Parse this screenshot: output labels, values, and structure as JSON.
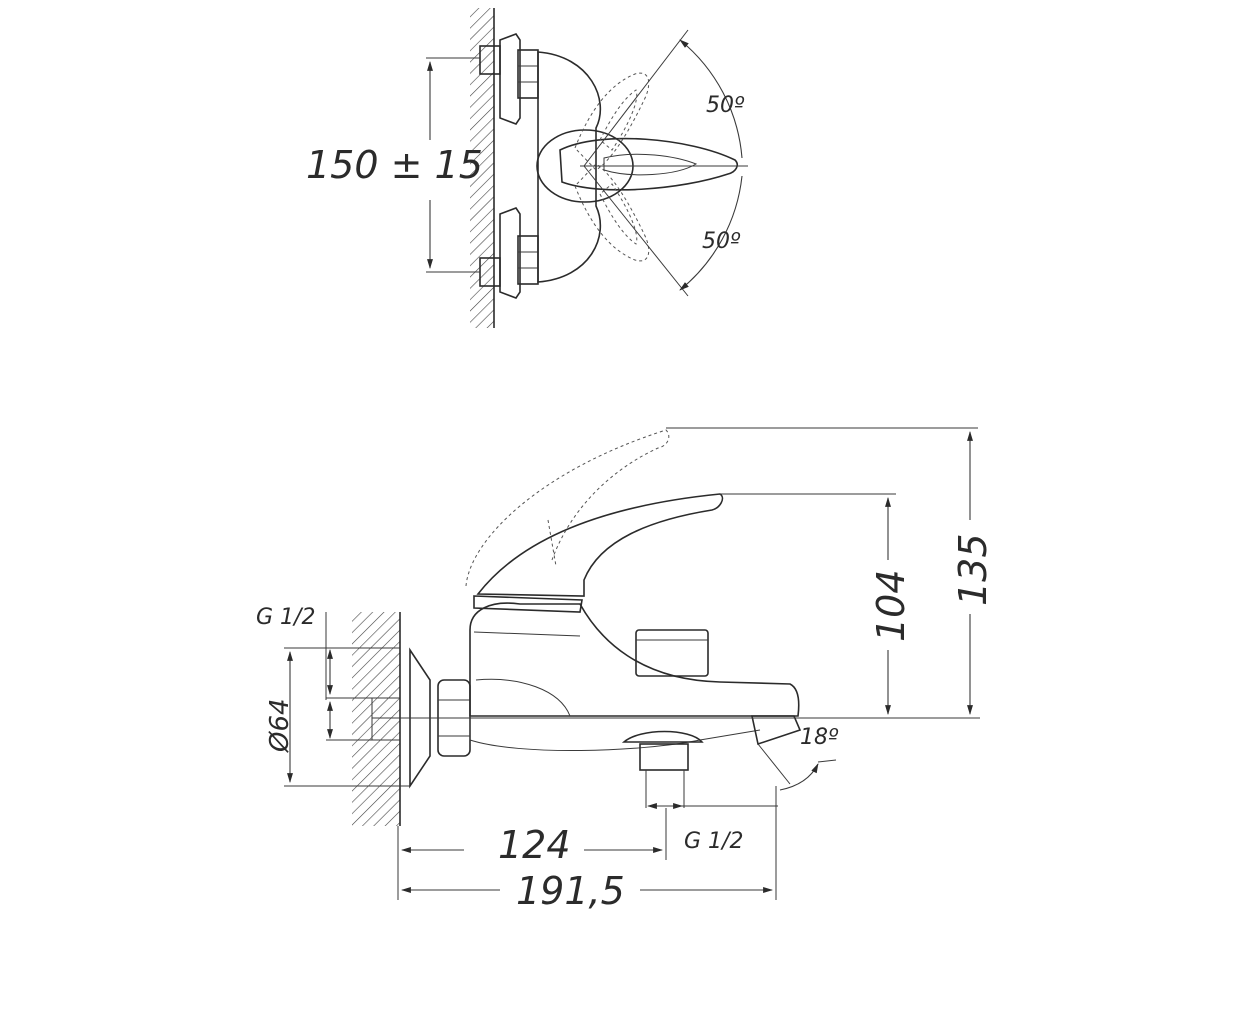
{
  "top_view": {
    "dim_spacing": "150 ± 15",
    "angle_up": "50º",
    "angle_down": "50º"
  },
  "side_view": {
    "thread_inlet": "G 1/2",
    "diameter": "Ø64",
    "height_lever": "104",
    "height_total": "135",
    "spout_angle": "18º",
    "length_outlet": "124",
    "thread_outlet": "G 1/2",
    "length_total": "191,5"
  },
  "colors": {
    "line": "#2b2b2b",
    "background": "#ffffff"
  }
}
